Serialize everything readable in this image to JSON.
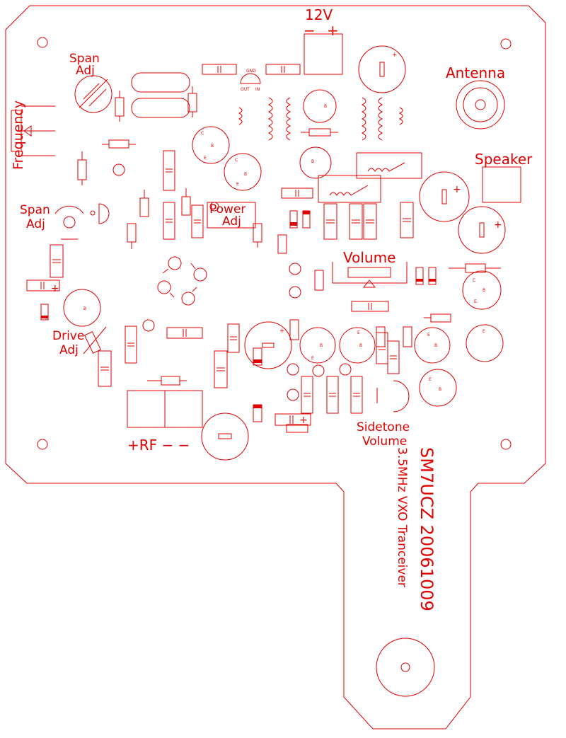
{
  "colors": {
    "ink": "#e00000",
    "background": "#ffffff"
  },
  "labels": {
    "v12": "12V",
    "v12_minus": "−",
    "v12_plus": "+",
    "antenna": "Antenna",
    "speaker": "Speaker",
    "span1_a": "Span",
    "span1_b": "Adj",
    "frequency": "Frequency",
    "span2_a": "Span",
    "span2_b": "Adj",
    "power_a": "Power",
    "power_b": "Adj",
    "volume": "Volume",
    "drive_a": "Drive",
    "drive_b": "Adj",
    "rf": "+RF − −",
    "sidetone_a": "Sidetone",
    "sidetone_b": "Volume",
    "callsign": "SM7UCZ 20061009",
    "description": "3.5MHz VXO Tranceiver",
    "reg_gnd": "GND",
    "reg_out": "OUT",
    "reg_in": "IN"
  },
  "pin_letters": {
    "c": "C",
    "b": "B",
    "e": "E"
  }
}
